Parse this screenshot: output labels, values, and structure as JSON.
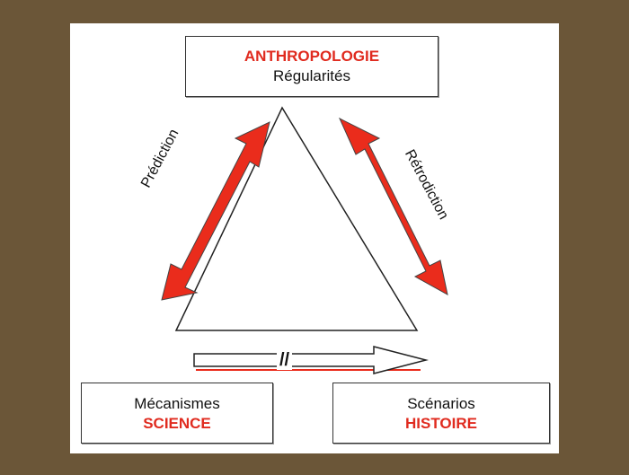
{
  "top": {
    "title": "ANTHROPOLOGIE",
    "subtitle": "Régularités"
  },
  "left": {
    "line1": "Mécanismes",
    "line2": "SCIENCE"
  },
  "right": {
    "line1": "Scénarios",
    "line2": "HISTOIRE"
  },
  "arrows": {
    "left_label": "Prédiction",
    "right_label": "Rétrodiction",
    "bottom_separator": "//"
  },
  "colors": {
    "accent": "#e02b1f",
    "background": "#6b5638",
    "panel": "#ffffff"
  }
}
